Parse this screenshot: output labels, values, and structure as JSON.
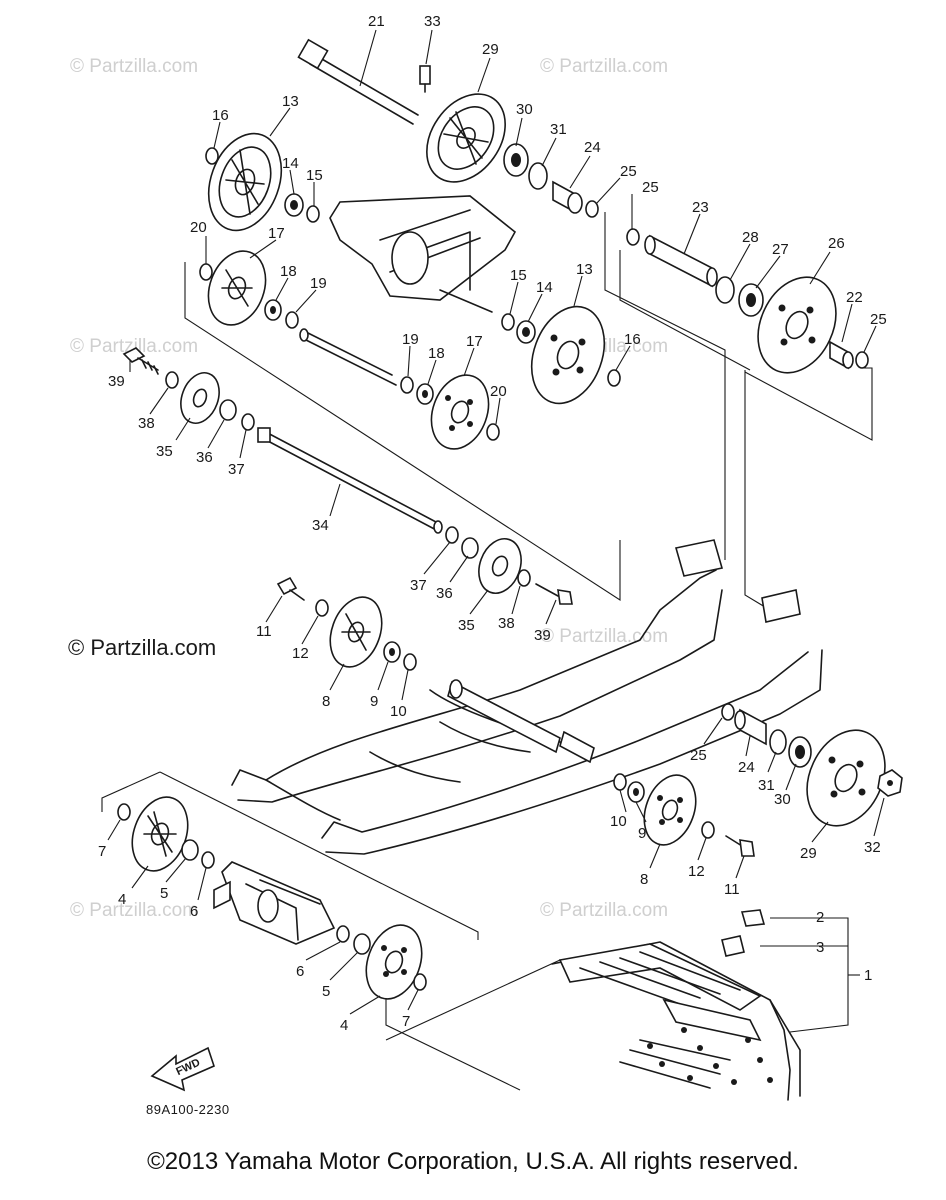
{
  "watermark": "© Partzilla.com",
  "diagram_code": "89A100-2230",
  "fwd_label": "FWD",
  "copyright": "©2013 Yamaha Motor Corporation, U.S.A. All rights reserved.",
  "callouts": [
    "1",
    "2",
    "3",
    "4",
    "5",
    "6",
    "7",
    "8",
    "9",
    "10",
    "11",
    "12",
    "13",
    "14",
    "15",
    "16",
    "17",
    "18",
    "19",
    "20",
    "21",
    "22",
    "23",
    "24",
    "25",
    "26",
    "27",
    "28",
    "29",
    "30",
    "31",
    "32",
    "33",
    "34",
    "35",
    "36",
    "37",
    "38",
    "39"
  ]
}
